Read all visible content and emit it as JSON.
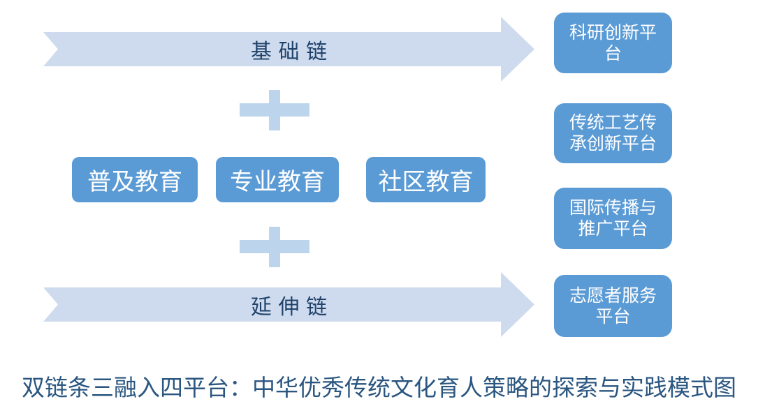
{
  "diagram": {
    "arrows": [
      {
        "id": "foundation-chain",
        "label": "基础链"
      },
      {
        "id": "extension-chain",
        "label": "延伸链"
      }
    ],
    "education_boxes": [
      {
        "label": "普及教育"
      },
      {
        "label": "专业教育"
      },
      {
        "label": "社区教育"
      }
    ],
    "platform_boxes": [
      {
        "line1": "科研创新平",
        "line2": "台"
      },
      {
        "line1": "传统工艺传",
        "line2": "承创新平台"
      },
      {
        "line1": "国际传播与",
        "line2": "推广平台"
      },
      {
        "line1": "志愿者服务",
        "line2": "平台"
      }
    ],
    "plus_icons": [
      {
        "name": "plus-connector-top"
      },
      {
        "name": "plus-connector-bottom"
      }
    ],
    "caption": "双链条三融入四平台：中华优秀传统文化育人策略的探索与实践模式图",
    "colors": {
      "arrow_fill": "#CEDBEE",
      "plus_fill": "#BCD5EC",
      "box_fill": "#5B9BD5",
      "box_text": "#FFFFFF",
      "arrow_text": "#21436B",
      "caption_text": "#2A5680"
    }
  }
}
